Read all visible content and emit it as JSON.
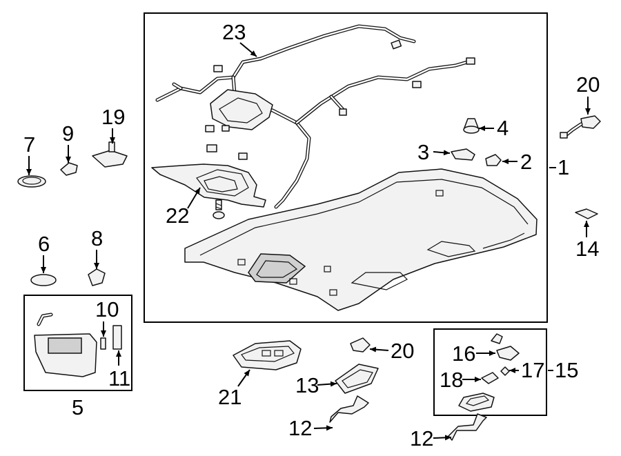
{
  "callouts": {
    "c1": "1",
    "c2": "2",
    "c3": "3",
    "c4": "4",
    "c5": "5",
    "c6": "6",
    "c7": "7",
    "c8": "8",
    "c9": "9",
    "c10": "10",
    "c11": "11",
    "c12a": "12",
    "c12b": "12",
    "c13": "13",
    "c14": "14",
    "c15": "15",
    "c16": "16",
    "c17": "17",
    "c18": "18",
    "c19": "19",
    "c20a": "20",
    "c20b": "20",
    "c21": "21",
    "c22": "22",
    "c23": "23"
  }
}
